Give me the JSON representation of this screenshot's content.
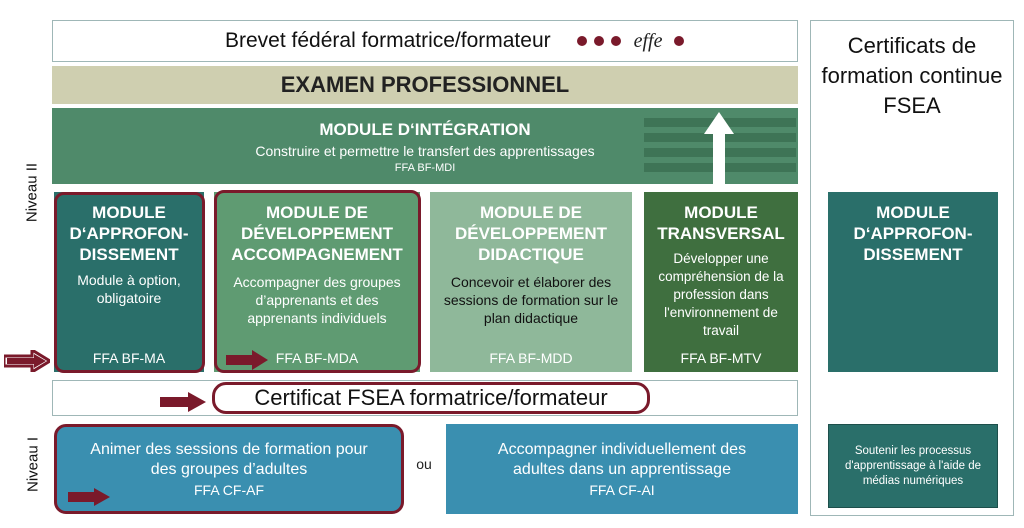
{
  "header": {
    "title": "Brevet fédéral formatrice/formateur",
    "logo_text": "effe"
  },
  "exam": {
    "title": "EXAMEN PROFESSIONNEL"
  },
  "integration": {
    "title": "MODULE D‘INTÉGRATION",
    "subtitle": "Construire et permettre le transfert des apprentissages",
    "code": "FFA BF-MDI"
  },
  "modules": [
    {
      "title": "MODULE D‘APPROFON-DISSEMENT",
      "desc": "Module à option, obligatoire",
      "code": "FFA BF-MA"
    },
    {
      "title": "MODULE DE DÉVELOPPEMENT ACCOMPAGNEMENT",
      "desc": "Accompagner des groupes d’apprenants et des apprenants individuels",
      "code": "FFA BF-MDA"
    },
    {
      "title": "MODULE DE DÉVELOPPEMENT DIDACTIQUE",
      "desc": "Concevoir et élaborer des sessions de formation sur le plan didactique",
      "code": "FFA BF-MDD"
    },
    {
      "title": "MODULE TRANSVERSAL",
      "desc": "Développer une compréhension de la profession dans l'environnement de travail",
      "code": "FFA BF-MTV"
    }
  ],
  "certificat": {
    "label": "Certificat FSEA formatrice/formateur"
  },
  "niveau1": {
    "left": {
      "title": "Animer des sessions de formation pour des groupes d’adultes",
      "code": "FFA CF-AF"
    },
    "or": "ou",
    "right": {
      "title": "Accompagner individuellement des adultes dans un apprentissage",
      "code": "FFA CF-AI"
    }
  },
  "side": {
    "title": "Certificats de formation continue FSEA",
    "module": "MODULE D‘APPROFON-DISSEMENT",
    "small": "Soutenir les processus d'apprentissage à l'aide de médias numériques"
  },
  "labels": {
    "niveau2": "Niveau II",
    "niveau1": "Niveau I"
  },
  "colors": {
    "dark_teal": "#2a6f6a",
    "medium_green": "#5f9b72",
    "light_green": "#8fb89a",
    "dark_green": "#3f6f3f",
    "exam_beige": "#cfcfb0",
    "integration_green": "#4f8a6a",
    "blue": "#3a8fb0",
    "maroon": "#7a1a2b"
  }
}
